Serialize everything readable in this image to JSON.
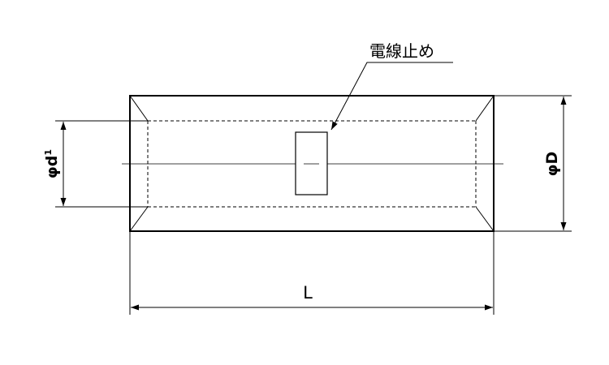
{
  "labels": {
    "wire_stop": "電線止め",
    "inner_diameter_symbol": "φd",
    "inner_diameter_subscript": "1",
    "outer_diameter": "φD",
    "length": "L"
  }
}
